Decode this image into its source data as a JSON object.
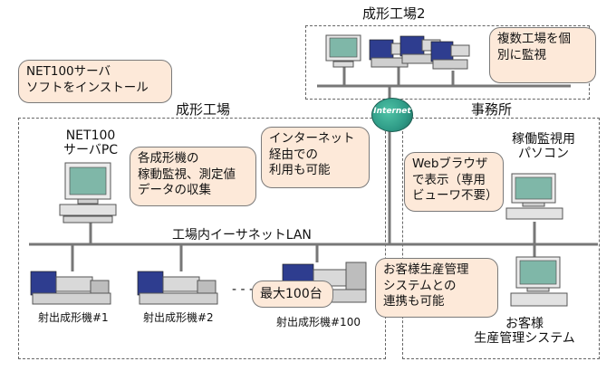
{
  "factory2": {
    "title": "成形工場2",
    "callout": [
      "複数工場を個",
      "別に監視"
    ]
  },
  "internet": {
    "label": "Internet"
  },
  "factory": {
    "title": "成形工場",
    "server_callout": [
      "NET100サーバ",
      "ソフトをインストール"
    ],
    "server_label": [
      "NET100",
      "サーバPC"
    ],
    "function_callout": [
      "各成形機の",
      "稼動監視、測定値",
      "データの収集"
    ],
    "internet_callout": [
      "インターネット",
      "経由での",
      "利用も可能"
    ],
    "lan_label": "工場内イーサネットLAN",
    "machines": [
      {
        "label": "射出成形機#1"
      },
      {
        "label": "射出成形機#2"
      },
      {
        "label": "射出成形機#100"
      }
    ],
    "max_callout": "最大100台",
    "dashes": "- - -"
  },
  "office": {
    "title": "事務所",
    "monitor_label": [
      "稼働監視用",
      "パソコン"
    ],
    "web_callout": [
      "Webブラウザ",
      "で表示（専用",
      "ビューワ不要）"
    ],
    "customer_callout": [
      "お客様生産管理",
      "システムとの",
      "連携も可能"
    ],
    "customer_label": [
      "お客様",
      "生産管理システム"
    ]
  },
  "colors": {
    "callout_fill": "#fde9d9",
    "machine_blue": "#2e3d8f",
    "screen_green": "#7fb7a8",
    "globe_teal": "#2e9a86"
  }
}
